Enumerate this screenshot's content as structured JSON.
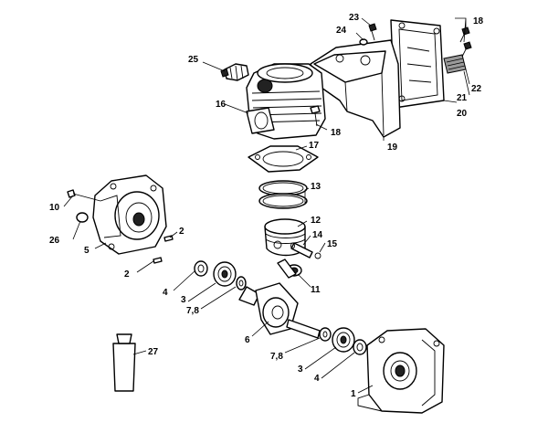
{
  "diagram": {
    "part_numbers": {
      "p1": "1",
      "p2a": "2",
      "p2b": "2",
      "p3a": "3",
      "p3b": "3",
      "p4a": "4",
      "p4b": "4",
      "p5": "5",
      "p6": "6",
      "p78a": "7,8",
      "p78b": "7,8",
      "p10": "10",
      "p11": "11",
      "p12": "12",
      "p13": "13",
      "p14": "14",
      "p15": "15",
      "p16": "16",
      "p17": "17",
      "p18a": "18",
      "p18b": "18",
      "p19": "19",
      "p20": "20",
      "p21": "21",
      "p22": "22",
      "p23": "23",
      "p24": "24",
      "p25": "25",
      "p26": "26",
      "p27": "27"
    }
  }
}
